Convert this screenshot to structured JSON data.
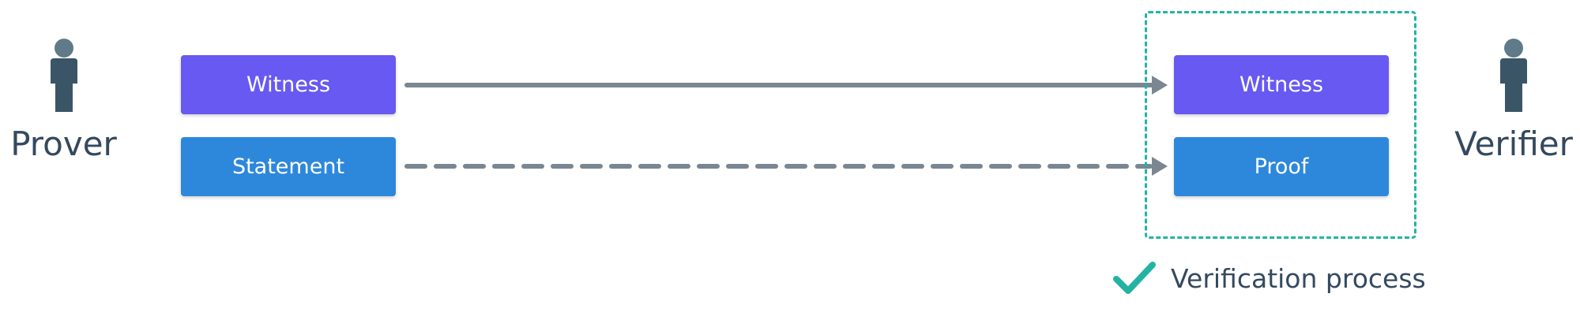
{
  "colors": {
    "person": "#3a5566",
    "person_head": "#5f7a88",
    "witness_box": "#6759f2",
    "statement_box": "#2d88dc",
    "arrow": "#7a8692",
    "frame": "#24b3a3",
    "check": "#24b3a3",
    "text": "#34495e"
  },
  "prover": {
    "label": "Prover",
    "icon": "person-icon"
  },
  "verifier": {
    "label": "Verifier",
    "icon": "person-icon"
  },
  "prover_boxes": {
    "witness": "Witness",
    "statement": "Statement"
  },
  "verifier_boxes": {
    "witness": "Witness",
    "proof": "Proof"
  },
  "connections": [
    {
      "from": "Witness",
      "to": "Witness",
      "style": "solid"
    },
    {
      "from": "Statement",
      "to": "Proof",
      "style": "dashed"
    }
  ],
  "legend": {
    "icon": "check-icon",
    "label": "Verification process"
  }
}
